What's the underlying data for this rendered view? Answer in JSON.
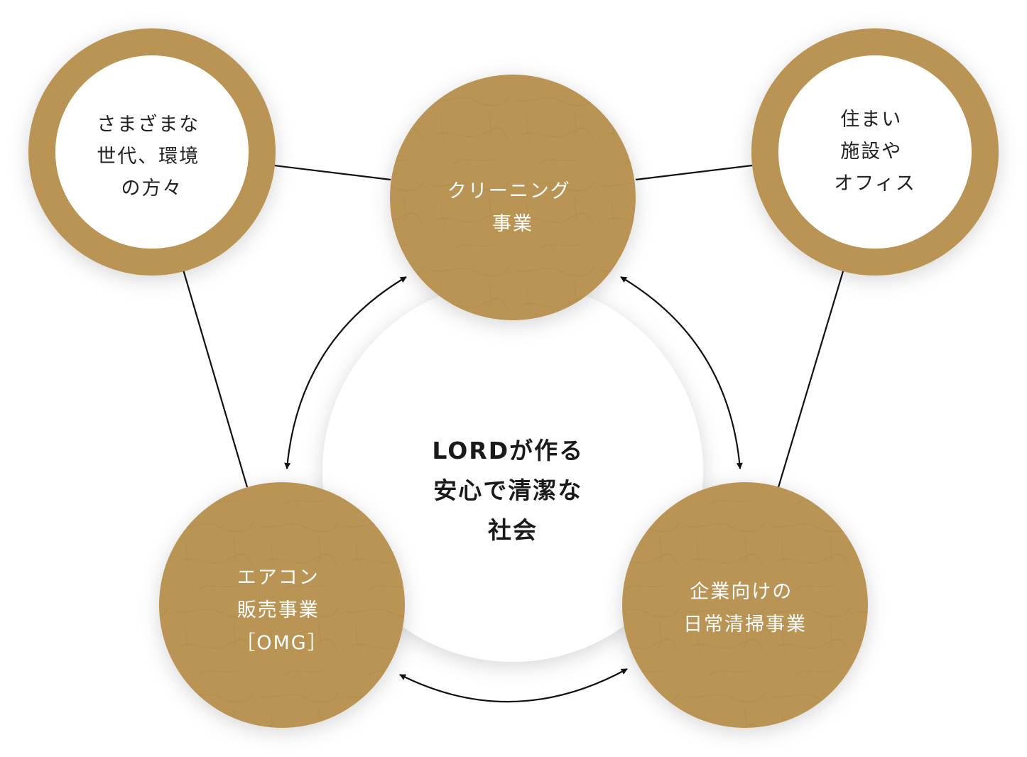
{
  "colors": {
    "gold": "#b99455",
    "gold_texture": "#a6813f",
    "center_fill": "#ffffff",
    "arrow": "#111111",
    "text_dark": "#222222",
    "text_light": "#ffffff"
  },
  "center": {
    "lines": [
      "LORDが作る",
      "安心で清潔な",
      "社会"
    ]
  },
  "business": {
    "cleaning": {
      "lines": [
        "クリーニング",
        "事業"
      ]
    },
    "aircon": {
      "lines": [
        "エアコン",
        "販売事業",
        "［OMG］"
      ]
    },
    "corporate": {
      "lines": [
        "企業向けの",
        "日常清掃事業"
      ]
    }
  },
  "targets": {
    "people": {
      "lines": [
        "さまざまな",
        "世代、環境",
        "の方々"
      ]
    },
    "homes": {
      "lines": [
        "住まい",
        "施設や",
        "オフィス"
      ]
    }
  }
}
